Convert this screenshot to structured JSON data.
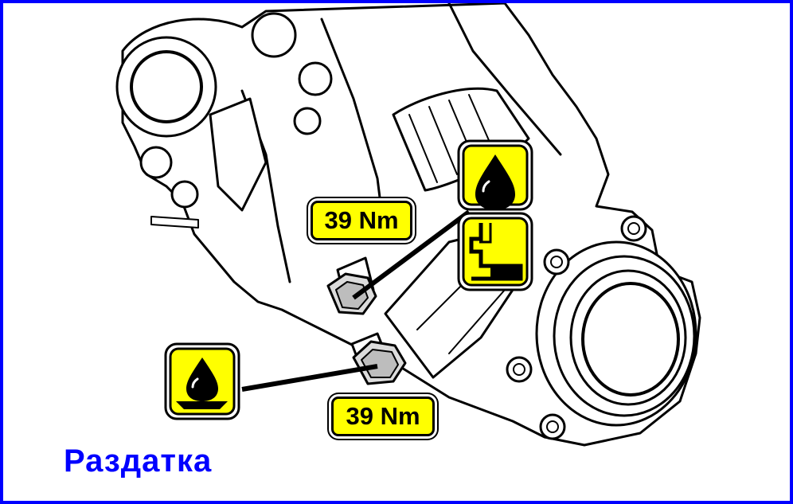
{
  "labels": {
    "torque_upper": "39 Nm",
    "torque_lower": "39 Nm"
  },
  "caption": "Раздатка",
  "icons": {
    "upper_top": "oil-drop-icon",
    "upper_bottom": "fill-level-icon",
    "lower": "drain-oil-drop-icon"
  },
  "colors": {
    "frame": "#0000ff",
    "caption": "#0000ff",
    "label_fill": "#ffff00",
    "outline": "#000000"
  }
}
